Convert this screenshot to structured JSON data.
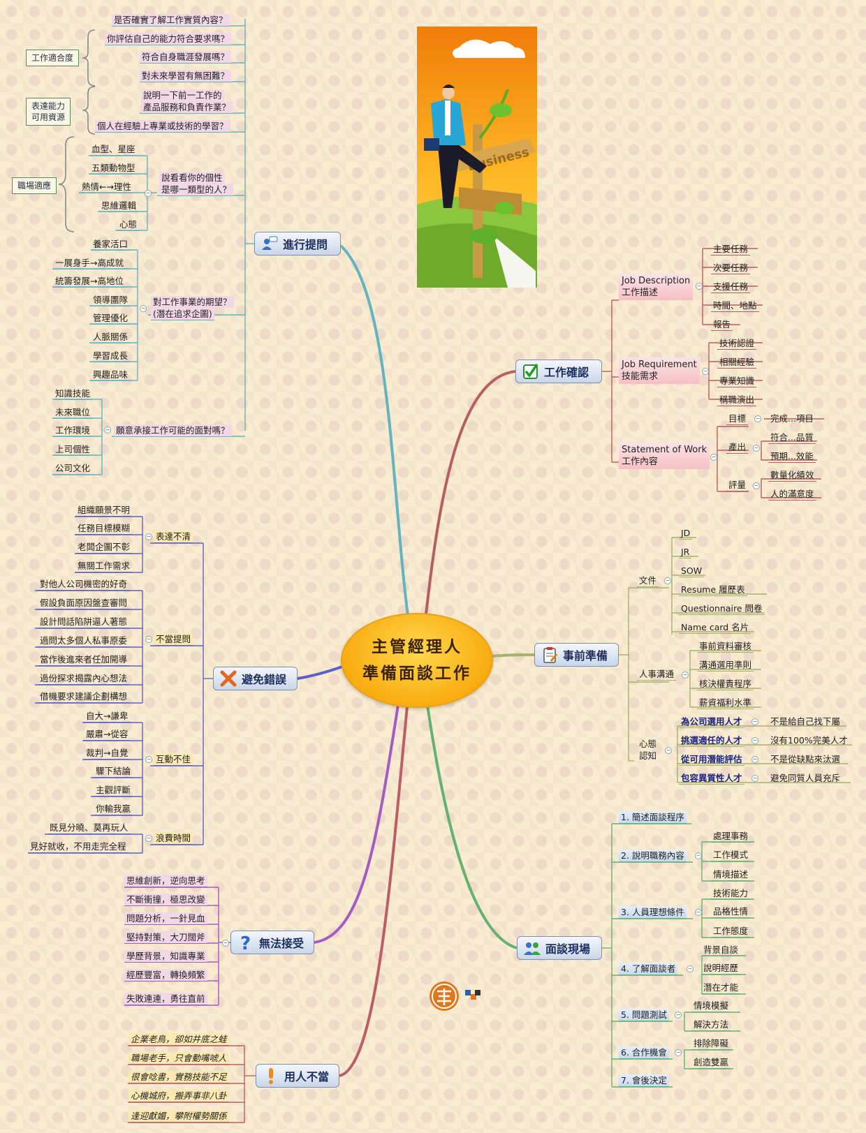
{
  "central": {
    "line1": "主管經理人",
    "line2": "準備面談工作"
  },
  "branches": {
    "ask": "進行提問",
    "confirm": "工作確認",
    "prepare": "事前準備",
    "avoid": "避免錯誤",
    "cannot": "無法接受",
    "misuse": "用人不當",
    "interview": "面談現場"
  },
  "ask": {
    "q": [
      "是否確實了解工作實質內容？",
      "你評估自己的能力符合要求嗎？",
      "符合自身職涯發展嗎？",
      "對未來學習有無困難？",
      "說明一下前一工作的",
      "產品服務和負責作業？",
      "個人在經驗上專業或技術的學習？"
    ],
    "tags": [
      "工作適合度",
      "表達能力",
      "可用資源",
      "職場適應"
    ],
    "personality": {
      "line1": "說看看你的個性",
      "line2": "是哪一類型的人？",
      "items": [
        "血型、星座",
        "五類動物型",
        "熱情←→理性",
        "思維邏輯",
        "心態"
      ]
    },
    "expect": {
      "line1": "對工作事業的期望？",
      "line2": "(潛在追求企圖)",
      "items": [
        "養家活口",
        "一展身手→高成就",
        "統籌發展→高地位",
        "領導團隊",
        "管理優化",
        "人脈關係",
        "學習成長",
        "興趣品味"
      ]
    },
    "face": {
      "label": "願意承接工作可能的面對嗎？",
      "items": [
        "知識技能",
        "未來職位",
        "工作環境",
        "上司個性",
        "公司文化"
      ]
    }
  },
  "confirm": {
    "jd": {
      "en": "Job Description",
      "zh": "工作描述",
      "items": [
        "主要任務",
        "次要任務",
        "支援任務",
        "時間、地點",
        "報告"
      ]
    },
    "jr": {
      "en": "Job Requirement",
      "zh": "技能需求",
      "items": [
        "技術認證",
        "相關經驗",
        "專業知識",
        "稱職演出"
      ]
    },
    "sow": {
      "en": "Statement of Work",
      "zh": "工作內容",
      "target": "目標",
      "target_item": "完成...項目",
      "output": "產出",
      "output_items": [
        "符合...品質",
        "預期...效能"
      ],
      "eval": "評量",
      "eval_items": [
        "數量化績效",
        "人的滿意度"
      ]
    }
  },
  "prepare": {
    "docs": {
      "label": "文件",
      "items": [
        "JD",
        "JR",
        "SOW",
        "Resume 履歷表",
        "Questionnaire 問卷",
        "Name card 名片"
      ]
    },
    "hr": {
      "label": "人事溝通",
      "items": [
        "事前資料審核",
        "溝通選用準則",
        "核決權責程序",
        "薪資福利水準"
      ]
    },
    "mind": {
      "line1": "心態",
      "line2": "認知",
      "items": [
        {
          "k": "為公司選用人才",
          "v": "不是給自己找下屬"
        },
        {
          "k": "挑選適任的人才",
          "v": "沒有100%完美人才"
        },
        {
          "k": "從可用潛能評估",
          "v": "不是從缺點來汰選"
        },
        {
          "k": "包容異質性人才",
          "v": "避免同質人員充斥"
        }
      ]
    }
  },
  "avoid": {
    "unclear": {
      "label": "表達不清",
      "items": [
        "組織願景不明",
        "任務目標模糊",
        "老闆企圖不彰",
        "無關工作需求"
      ]
    },
    "improper": {
      "label": "不當提問",
      "items": [
        "對他人公司機密的好奇",
        "假設負面原因盤查審問",
        "設計問話陷阱逼人著態",
        "過問太多個人私事原委",
        "當作後進來者任加開導",
        "過份探求揭露內心想法",
        "借機要求建議企劃構想"
      ]
    },
    "interact": {
      "label": "互動不佳",
      "items": [
        "自大→謙卑",
        "嚴肅→從容",
        "裁判→自覺",
        "驟下結論",
        "主觀評斷",
        "你輸我贏"
      ]
    },
    "waste": {
      "label": "浪費時間",
      "items": [
        "既見分曉、莫再玩人",
        "見好就收，不用走完全程"
      ]
    }
  },
  "cannot": {
    "items": [
      "思維創新，逆向思考",
      "不斷衝撞，極思改變",
      "問題分析，一針見血",
      "堅持對策，大刀闊斧",
      "學歷背景，知識專業",
      "經歷豐富，轉換頻繁",
      "失敗連連，勇往直前"
    ]
  },
  "misuse": {
    "items": [
      "企業老鳥，卻如井底之蛙",
      "職場老手，只會動嘴唬人",
      "很會唸書，實務技能不足",
      "心機城府，搬弄事非八卦",
      "逢迎獻媚，攀附權勢關係"
    ]
  },
  "interview": {
    "steps": [
      "1. 簡述面談程序",
      "2. 說明職務內容",
      "3. 人員理想條件",
      "4. 了解面談者",
      "5. 問題測試",
      "6. 合作機會",
      "7. 會後決定"
    ],
    "s2": [
      "處理事務",
      "工作模式",
      "情境描述"
    ],
    "s3": [
      "技術能力",
      "品格性情",
      "工作態度"
    ],
    "s4": [
      "背景自談",
      "說明經歷",
      "潛在才能"
    ],
    "s5": [
      "情境模擬",
      "解決方法"
    ],
    "s6": [
      "排除障礙",
      "創造雙贏"
    ]
  },
  "picture": {
    "sign": "Business"
  },
  "colors": {
    "ask": "#62b4bf",
    "confirm": "#b65e61",
    "prepare": "#a5b26a",
    "avoid": "#5a62c9",
    "cannot": "#a25cc3",
    "misuse": "#bc5e66",
    "interview": "#63b273"
  }
}
